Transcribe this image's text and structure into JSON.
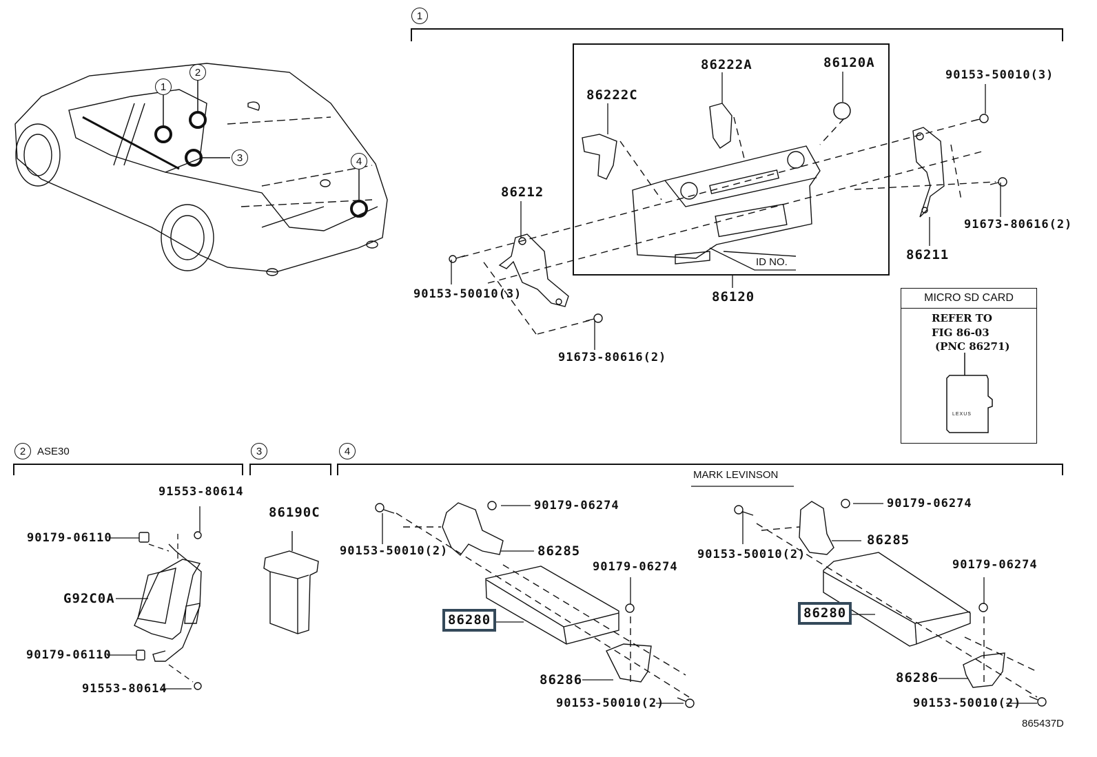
{
  "figure_id": "865437D",
  "sections": [
    {
      "number": "1",
      "subtitle": ""
    },
    {
      "number": "2",
      "subtitle": "ASE30"
    },
    {
      "number": "3",
      "subtitle": ""
    },
    {
      "number": "4",
      "subtitle": ""
    }
  ],
  "vehicle_callouts": [
    "1",
    "2",
    "3",
    "4"
  ],
  "section1": {
    "parts": {
      "p86222C": "86222C",
      "p86222A": "86222A",
      "p86120A": "86120A",
      "p86212": "86212",
      "p86120": "86120",
      "p86211": "86211",
      "bolt_left": "90153-50010(3)",
      "bolt_right": "90153-50010(3)",
      "screw_left": "91673-80616(2)",
      "screw_right": "91673-80616(2)"
    },
    "id_no_label": "ID NO.",
    "micro_sd": {
      "title": "MICRO SD CARD",
      "refer_lines": [
        "REFER TO",
        "FIG 86-03",
        "(PNC 86271)"
      ],
      "card_logo": "LEXUS"
    }
  },
  "section2": {
    "parts": {
      "screw_top": "91553-80614",
      "nut_top": "90179-06110",
      "module": "G92C0A",
      "nut_bottom": "90179-06110",
      "screw_bottom": "91553-80614"
    }
  },
  "section3": {
    "parts": {
      "fuse": "86190C"
    }
  },
  "section4": {
    "standard": {
      "bolt_top": "90153-50010(2)",
      "nut_top": "90179-06274",
      "bracket_top": "86285",
      "amplifier": "86280",
      "nut_right": "90179-06274",
      "bracket_bottom": "86286",
      "bolt_bottom": "90153-50010(2)"
    },
    "mark_levinson": {
      "title": "MARK LEVINSON",
      "bolt_top": "90153-50010(2)",
      "nut_top": "90179-06274",
      "bracket_top": "86285",
      "amplifier": "86280",
      "nut_right": "90179-06274",
      "bracket_bottom": "86286",
      "bolt_bottom": "90153-50010(2)"
    }
  },
  "highlight_color": "#34495a"
}
